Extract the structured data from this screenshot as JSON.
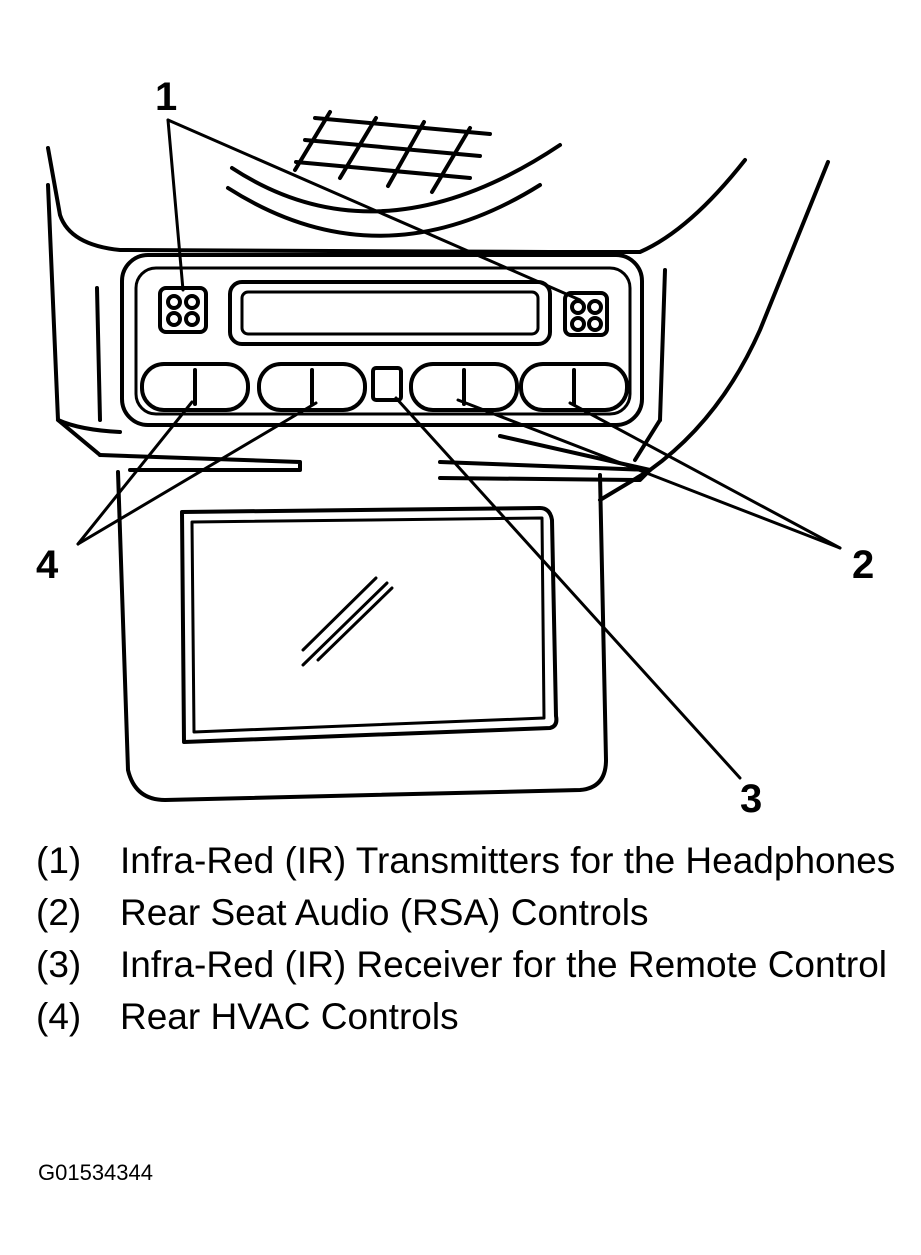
{
  "callouts": [
    {
      "id": "1",
      "label": "1"
    },
    {
      "id": "2",
      "label": "2"
    },
    {
      "id": "3",
      "label": "3"
    },
    {
      "id": "4",
      "label": "4"
    }
  ],
  "legend": [
    {
      "num": "(1)",
      "text": "Infra-Red (IR) Transmitters for the Headphones"
    },
    {
      "num": "(2)",
      "text": "Rear Seat Audio (RSA) Controls"
    },
    {
      "num": "(3)",
      "text": "Infra-Red (IR) Receiver for the Remote Control"
    },
    {
      "num": "(4)",
      "text": "Rear HVAC Controls"
    }
  ],
  "figure_id": "G01534344",
  "colors": {
    "ink": "#000000",
    "background": "#ffffff"
  }
}
